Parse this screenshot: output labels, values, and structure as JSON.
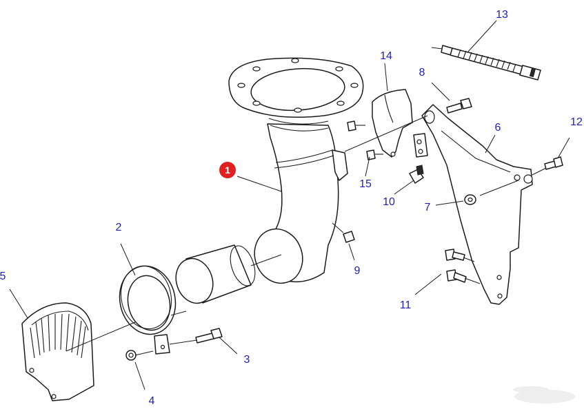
{
  "colors": {
    "callout": "#1c1cc8",
    "highlight": "#e02020",
    "line": "#1a1a1a"
  },
  "callouts": [
    {
      "id": "c1",
      "label": "1",
      "highlighted": true
    },
    {
      "id": "c2",
      "label": "2"
    },
    {
      "id": "c3",
      "label": "3"
    },
    {
      "id": "c4",
      "label": "4"
    },
    {
      "id": "c5",
      "label": "5"
    },
    {
      "id": "c6",
      "label": "6"
    },
    {
      "id": "c7",
      "label": "7"
    },
    {
      "id": "c8",
      "label": "8"
    },
    {
      "id": "c9",
      "label": "9"
    },
    {
      "id": "c10",
      "label": "10"
    },
    {
      "id": "c11",
      "label": "11"
    },
    {
      "id": "c12",
      "label": "12"
    },
    {
      "id": "c13",
      "label": "13"
    },
    {
      "id": "c14",
      "label": "14"
    },
    {
      "id": "c15",
      "label": "15"
    }
  ]
}
